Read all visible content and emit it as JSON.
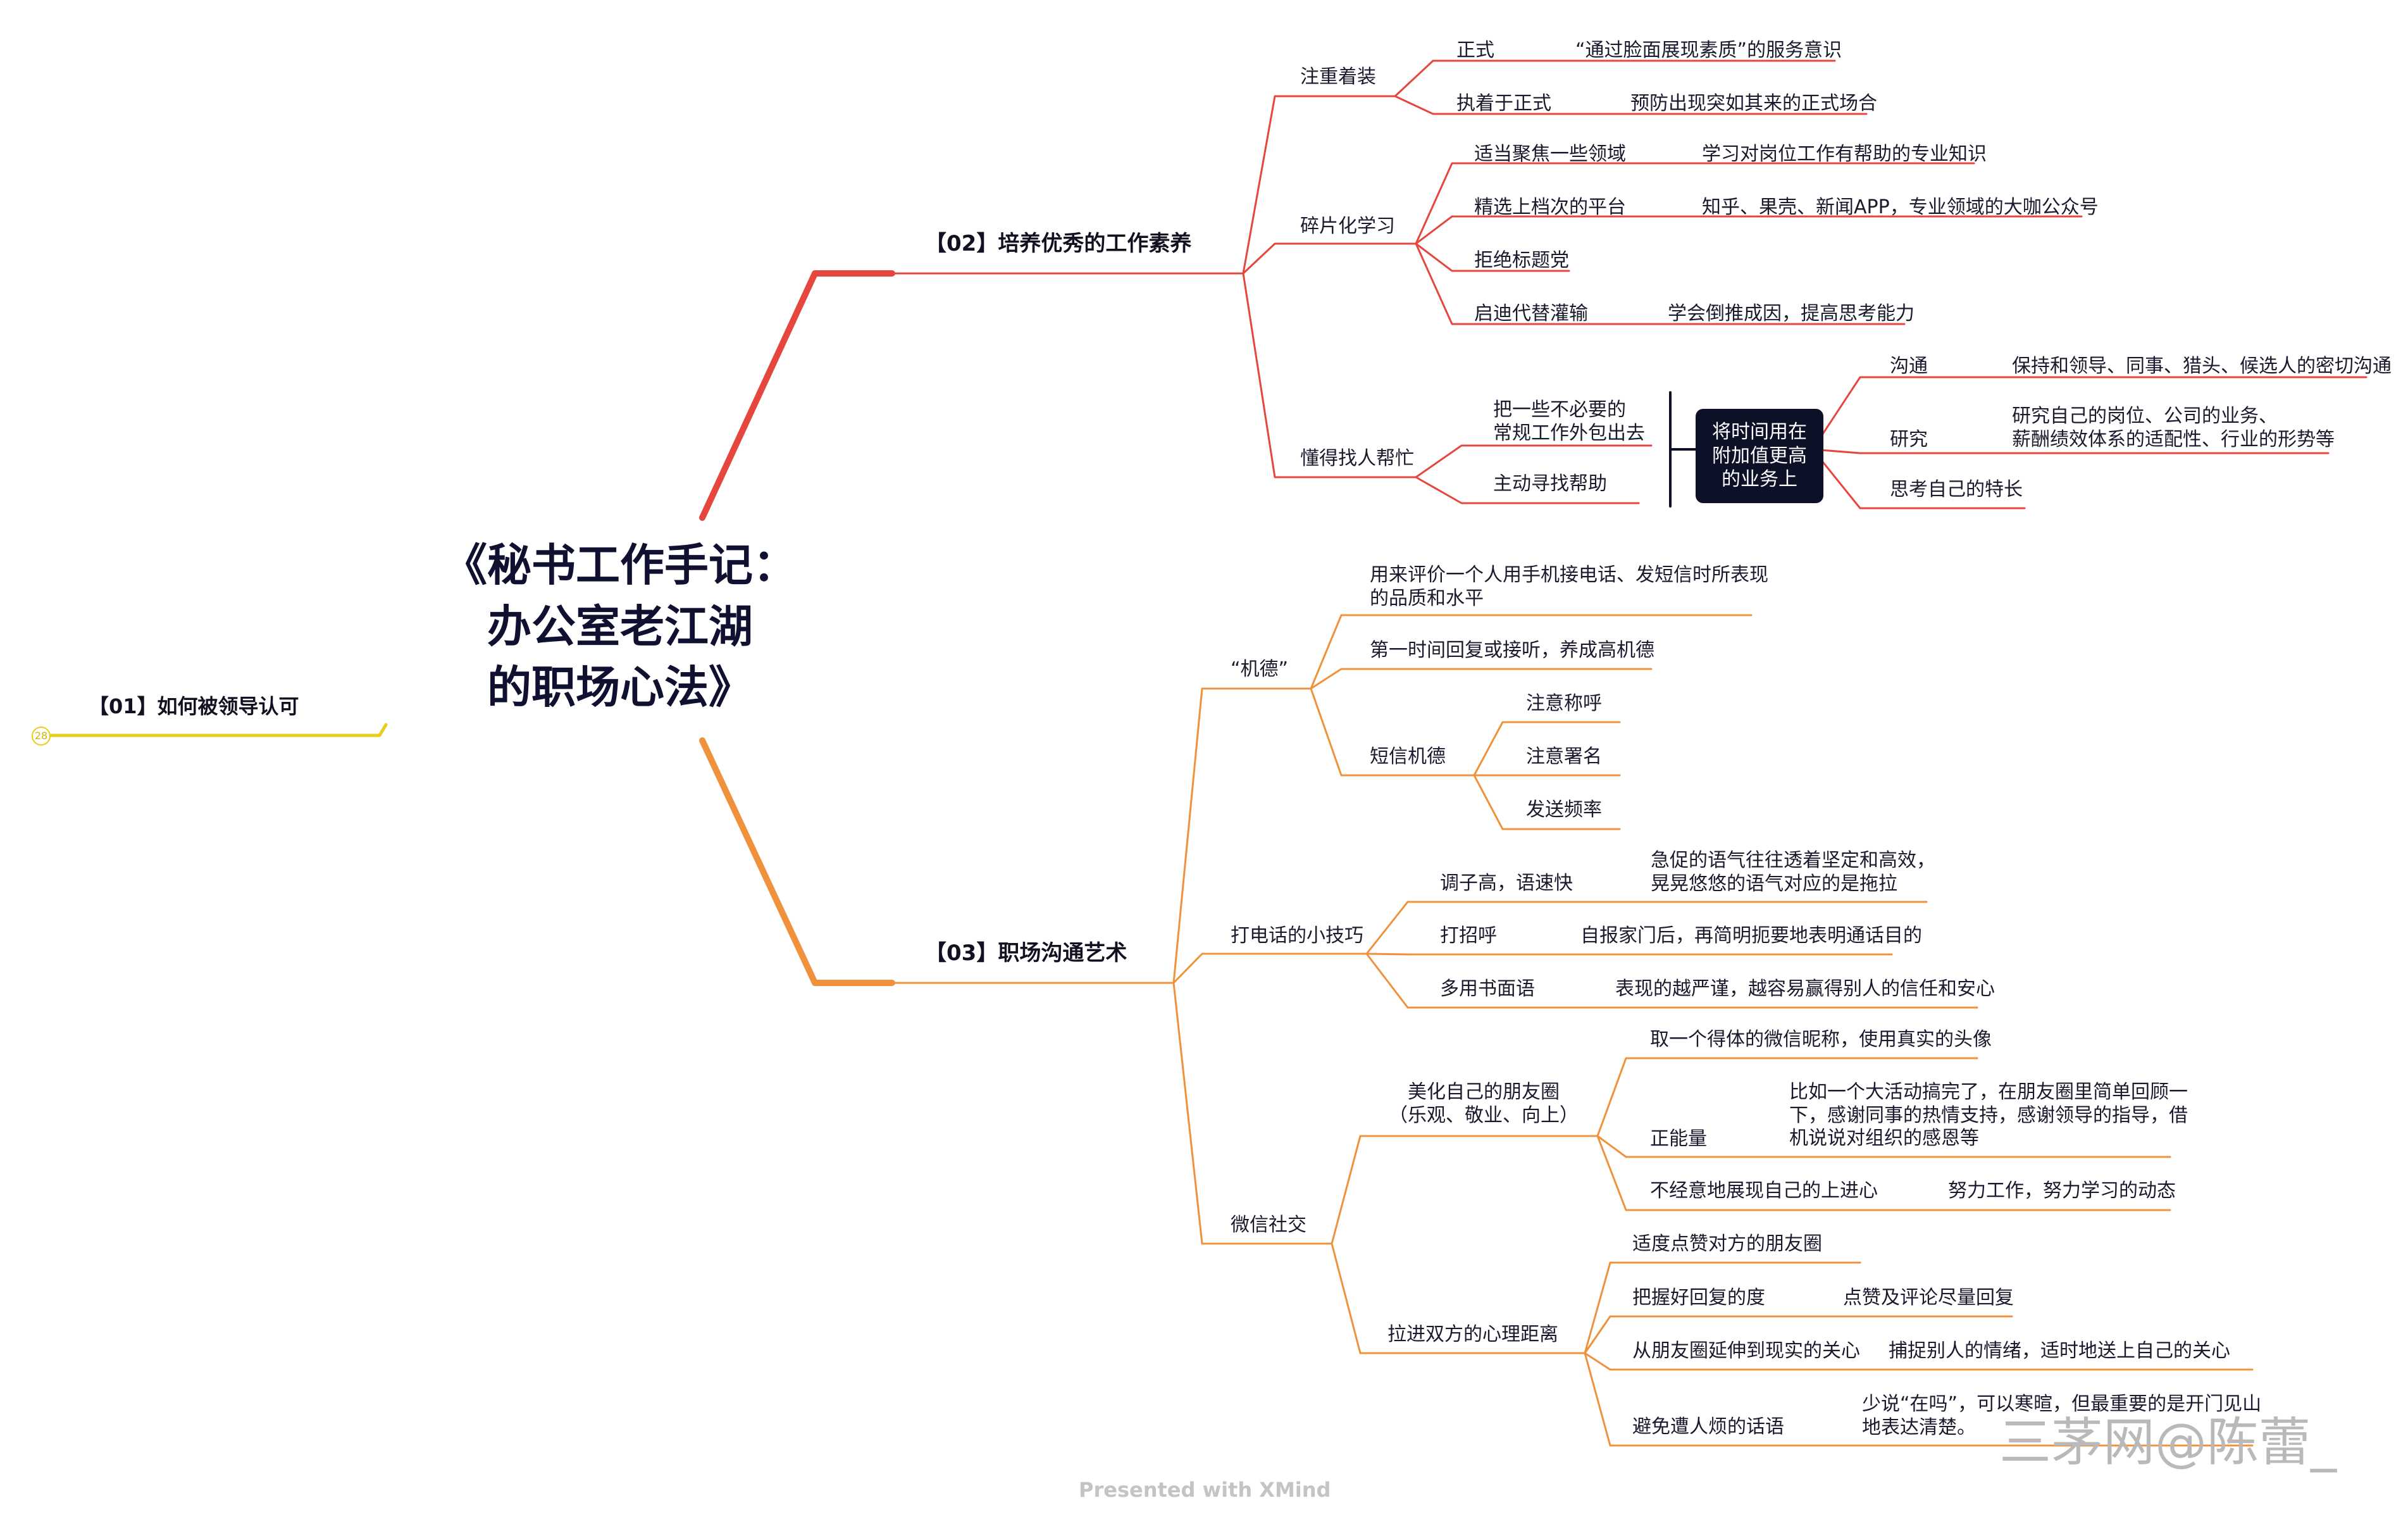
{
  "colors": {
    "red_branch": "#e5463e",
    "orange_branch": "#f0913c",
    "yellow_branch": "#e8cd1c",
    "text_dark": "#1a1a2e",
    "box_dark": "#0d1128"
  },
  "root": {
    "title": "《秘书工作手记：\n办公室老江湖\n的职场心法》"
  },
  "branch_01": {
    "label": "【01】如何被领导认可",
    "badge": "28"
  },
  "branch_02": {
    "label": "【02】培养优秀的工作素养",
    "dress": {
      "label": "注重着装",
      "formal": {
        "label": "正式",
        "note": "“通过脸面展现素质”的服务意识"
      },
      "stick": {
        "label": "执着于正式",
        "note": "预防出现突如其来的正式场合"
      }
    },
    "fragment": {
      "label": "碎片化学习",
      "focus": {
        "label": "适当聚焦一些领域",
        "note": "学习对岗位工作有帮助的专业知识"
      },
      "platform": {
        "label": "精选上档次的平台",
        "note": "知乎、果壳、新闻APP，专业领域的大咖公众号"
      },
      "refuse": {
        "label": "拒绝标题党"
      },
      "inspire": {
        "label": "启迪代替灌输",
        "note": "学会倒推成因，提高思考能力"
      }
    },
    "help": {
      "label": "懂得找人帮忙",
      "outsource": {
        "label": "把一些不必要的\n常规工作外包出去"
      },
      "seek": {
        "label": "主动寻找帮助"
      },
      "summary": "将时间用在\n附加值更高\n的业务上",
      "comm": {
        "label": "沟通",
        "note": "保持和领导、同事、猎头、候选人的密切沟通"
      },
      "research": {
        "label": "研究",
        "note": "研究自己的岗位、公司的业务、\n薪酬绩效体系的适配性、行业的形势等"
      },
      "think": {
        "label": "思考自己的特长"
      }
    }
  },
  "branch_03": {
    "label": "【03】职场沟通艺术",
    "ethics": {
      "label": "“机德”",
      "define": {
        "label": "用来评价一个人用手机接电话、发短信时所表现\n的品质和水平"
      },
      "first": {
        "label": "第一时间回复或接听，养成高机德"
      },
      "sms": {
        "label": "短信机德",
        "items": [
          "注意称呼",
          "注意署名",
          "发送频率"
        ]
      }
    },
    "phone": {
      "label": "打电话的小技巧",
      "tone": {
        "label": "调子高，语速快",
        "note": "急促的语气往往透着坚定和高效，\n晃晃悠悠的语气对应的是拖拉"
      },
      "greet": {
        "label": "打招呼",
        "note": "自报家门后，再简明扼要地表明通话目的"
      },
      "formal": {
        "label": "多用书面语",
        "note": "表现的越严谨，越容易赢得别人的信任和安心"
      }
    },
    "wechat": {
      "label": "微信社交",
      "moments": {
        "label": "美化自己的朋友圈\n（乐观、敬业、向上）",
        "nickname": {
          "label": "取一个得体的微信昵称，使用真实的头像"
        },
        "positive": {
          "label": "正能量",
          "note": "比如一个大活动搞完了，在朋友圈里简单回顾一\n下，感谢同事的热情支持，感谢领导的指导，借\n机说说对组织的感恩等"
        },
        "progress": {
          "label": "不经意地展现自己的上进心",
          "note": "努力工作，努力学习的动态"
        }
      },
      "distance": {
        "label": "拉进双方的心理距离",
        "like": {
          "label": "适度点赞对方的朋友圈"
        },
        "reply": {
          "label": "把握好回复的度",
          "note": "点赞及评论尽量回复"
        },
        "extend": {
          "label": "从朋友圈延伸到现实的关心",
          "note": "捕捉别人的情绪，适时地送上自己的关心"
        },
        "avoid": {
          "label": "避免遭人烦的话语",
          "note": "少说“在吗”，可以寒暄，但最重要的是开门见山\n地表达清楚。"
        }
      }
    }
  },
  "footer": "Presented with XMind",
  "watermark": "三茅网@陈蕾_"
}
